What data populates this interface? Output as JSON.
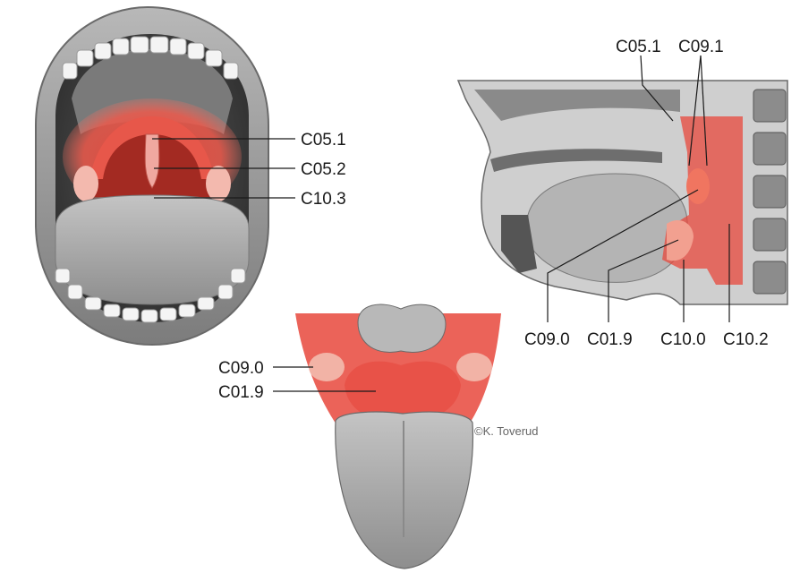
{
  "colors": {
    "highlight": "#e8483c",
    "tissue_gray": "#9a9a9a",
    "line": "#1a1a1a"
  },
  "panels": {
    "open_mouth": {
      "labels": [
        "C05.1",
        "C05.2",
        "C10.3"
      ]
    },
    "sagittal": {
      "top_labels": [
        "C05.1",
        "C09.1"
      ],
      "bottom_labels": [
        "C09.0",
        "C01.9",
        "C10.0",
        "C10.2"
      ]
    },
    "tongue": {
      "labels": [
        "C09.0",
        "C01.9"
      ]
    }
  },
  "credit": "©K. Toverud"
}
